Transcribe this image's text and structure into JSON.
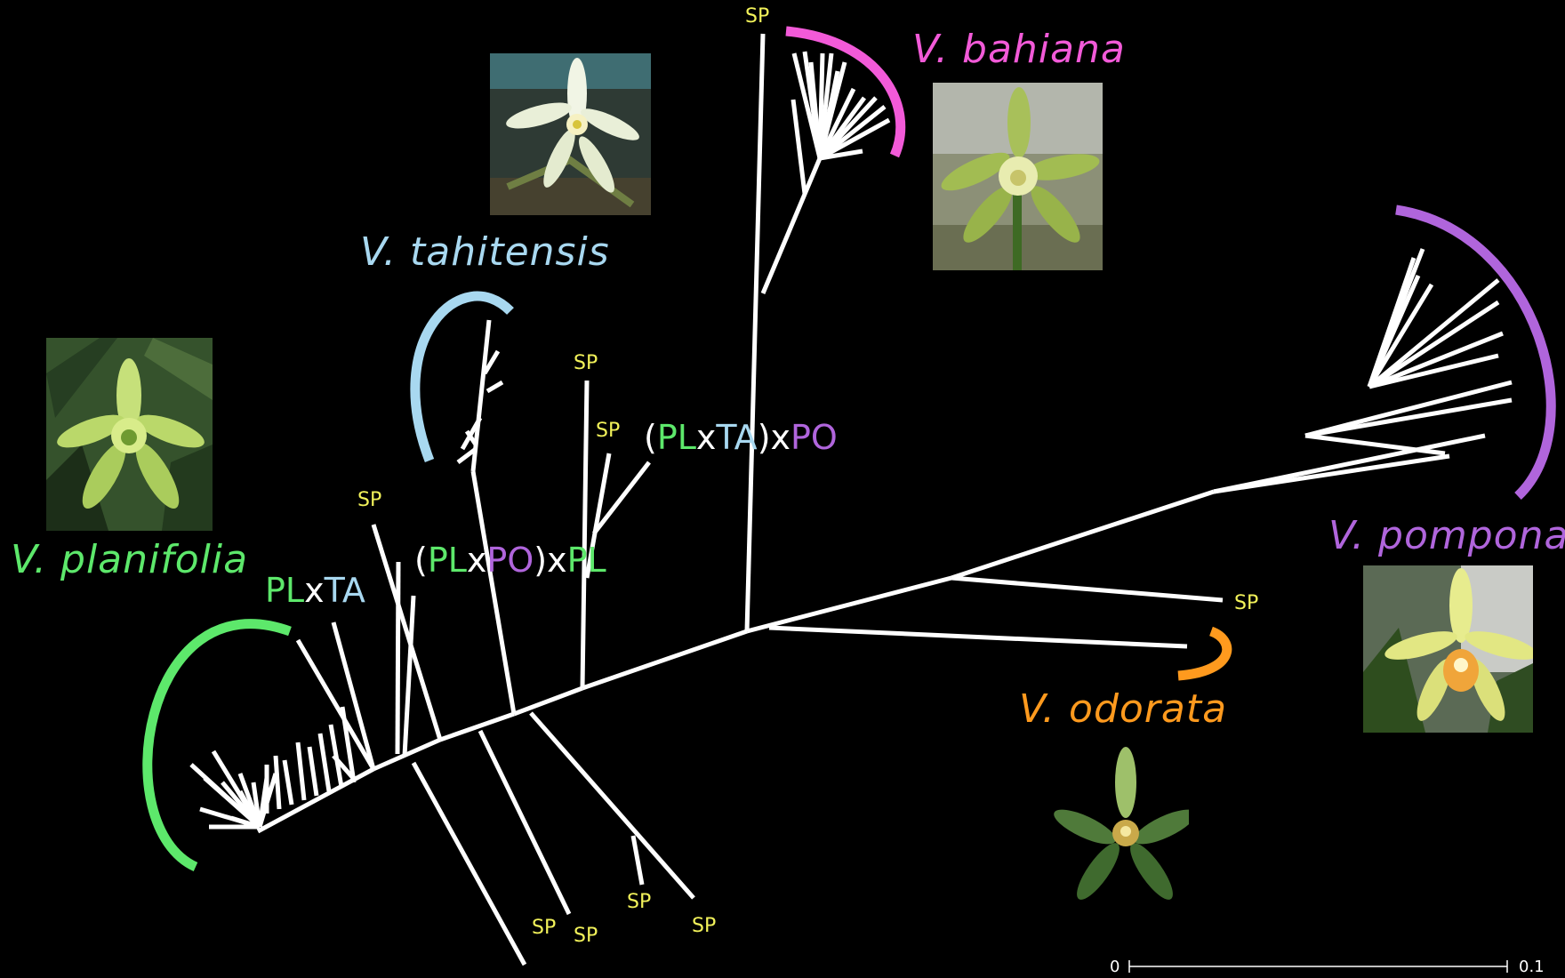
{
  "colors": {
    "background": "#000000",
    "branch": "#ffffff",
    "planifolia": "#5de86b",
    "tahitensis": "#a8d8f0",
    "bahiana": "#f25ad8",
    "pompona": "#b065dc",
    "odorata": "#ff9a1e",
    "sp": "#f2f25a",
    "hybrid_x": "#ffffff",
    "scale": "#ffffff"
  },
  "species": {
    "planifolia": "V. planifolia",
    "tahitensis": "V. tahitensis",
    "bahiana": "V. bahiana",
    "pompona": "V. pompona",
    "odorata": "V. odorata"
  },
  "sp_label": "SP",
  "hybrids": {
    "plxta": [
      "PL",
      "x",
      "TA"
    ],
    "plxpo_pl": [
      "(",
      "PL",
      "x",
      "PO",
      ")",
      "x",
      "PL"
    ],
    "plxta_po": [
      "(",
      "PL",
      "x",
      "TA",
      ")",
      "x",
      "PO"
    ]
  },
  "scale_bar": {
    "min_label": "0",
    "max_label": "0.1"
  },
  "photos": [
    {
      "name": "photo-planifolia-flower",
      "icon": "green-orchid-flower"
    },
    {
      "name": "photo-tahitensis-flower",
      "icon": "white-orchid-flower"
    },
    {
      "name": "photo-bahiana-flower",
      "icon": "green-orchid-flower"
    },
    {
      "name": "photo-pompona-flower",
      "icon": "yellow-orchid-flower"
    },
    {
      "name": "photo-odorata-flower",
      "icon": "green-orchid-flower"
    }
  ]
}
